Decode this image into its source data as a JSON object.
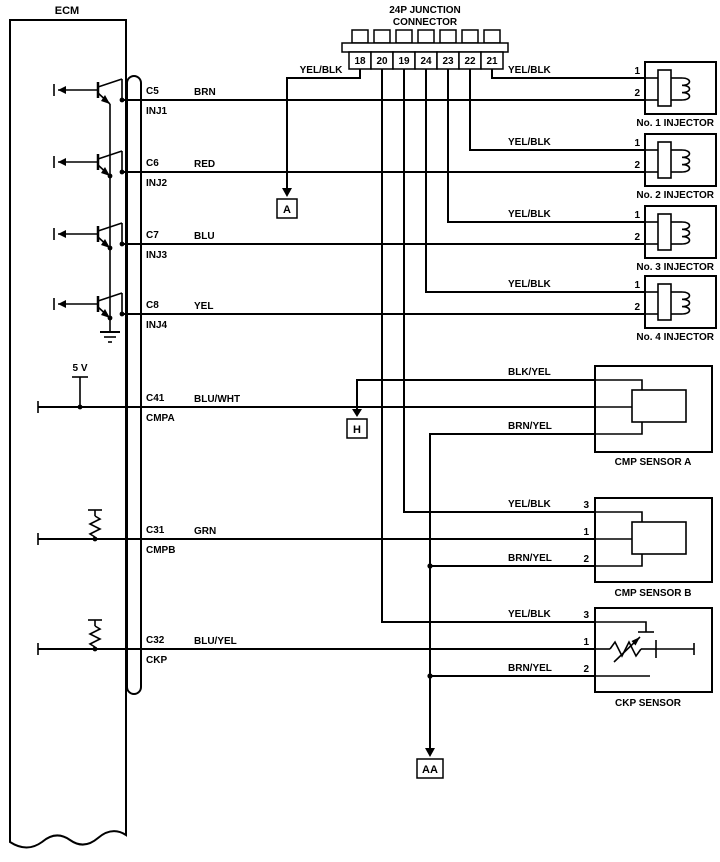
{
  "ecm": {
    "label": "ECM",
    "five_v": "5 V",
    "pins": [
      {
        "pin": "C5",
        "name": "INJ1",
        "wire": "BRN"
      },
      {
        "pin": "C6",
        "name": "INJ2",
        "wire": "RED"
      },
      {
        "pin": "C7",
        "name": "INJ3",
        "wire": "BLU"
      },
      {
        "pin": "C8",
        "name": "INJ4",
        "wire": "YEL"
      },
      {
        "pin": "C41",
        "name": "CMPA",
        "wire": "BLU/WHT"
      },
      {
        "pin": "C31",
        "name": "CMPB",
        "wire": "GRN"
      },
      {
        "pin": "C32",
        "name": "CKP",
        "wire": "BLU/YEL"
      }
    ]
  },
  "junction_connector": {
    "title_line1": "24P JUNCTION",
    "title_line2": "CONNECTOR",
    "pins": [
      "18",
      "20",
      "19",
      "24",
      "23",
      "22",
      "21"
    ]
  },
  "injectors": [
    {
      "label": "No. 1 INJECTOR",
      "pin1": "1",
      "pin2": "2",
      "power_wire": "YEL/BLK"
    },
    {
      "label": "No. 2 INJECTOR",
      "pin1": "1",
      "pin2": "2",
      "power_wire": "YEL/BLK"
    },
    {
      "label": "No. 3 INJECTOR",
      "pin1": "1",
      "pin2": "2",
      "power_wire": "YEL/BLK"
    },
    {
      "label": "No. 4 INJECTOR",
      "pin1": "1",
      "pin2": "2",
      "power_wire": "YEL/BLK"
    }
  ],
  "cmp_sensor_a": {
    "label": "CMP SENSOR A",
    "power_wire": "BLK/YEL",
    "ground_wire": "BRN/YEL"
  },
  "cmp_sensor_b": {
    "label": "CMP SENSOR B",
    "power_wire": "YEL/BLK",
    "ground_wire": "BRN/YEL",
    "pin3": "3",
    "pin1": "1",
    "pin2": "2"
  },
  "ckp_sensor": {
    "label": "CKP SENSOR",
    "power_wire": "YEL/BLK",
    "ground_wire": "BRN/YEL",
    "pin3": "3",
    "pin1": "1",
    "pin2": "2"
  },
  "page_connectors": {
    "a": "A",
    "h": "H",
    "aa": "AA"
  },
  "labels": {
    "junction_feed": "YEL/BLK"
  }
}
